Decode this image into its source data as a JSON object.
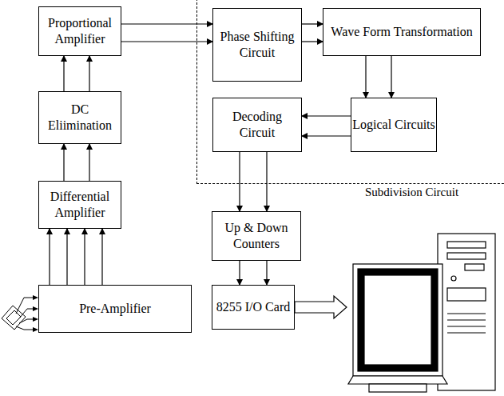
{
  "diagram": {
    "nodes": [
      {
        "text": [
          "Proportional Amplifier"
        ]
      },
      {
        "text": [
          "Subdivision Circuit"
        ]
      },
      {
        "text": [
          "Phase Shifting Circuit"
        ],
        "in": 1
      },
      {
        "text": [
          "Wave Form Transformation"
        ],
        "in": 1
      },
      {
        "text": [
          "Decoding Circuit"
        ],
        "in": 1
      },
      {
        "text": [
          "Logical Circuits"
        ],
        "in": 1
      },
      {
        "text": [
          "DC Eliimination"
        ]
      },
      {
        "text": [
          "Differential Amplifier"
        ]
      },
      {
        "text": [
          "Up & Down Counters"
        ]
      },
      {
        "text": [
          "Pre-Amplifier"
        ]
      },
      {
        "text": [
          "8255 I/O Card"
        ]
      }
    ],
    "edges": [
      {
        "from": 0,
        "to": 2,
        "arrow": "to"
      },
      {
        "from": 0,
        "to": 2,
        "arrow": "to"
      },
      {
        "from": 2,
        "to": 3,
        "arrow": "to"
      },
      {
        "from": 2,
        "to": 3,
        "arrow": "to"
      },
      {
        "from": 3,
        "to": 5,
        "arrow": "to"
      },
      {
        "from": 3,
        "to": 5,
        "arrow": "to"
      },
      {
        "from": 5,
        "to": 4,
        "arrow": "to"
      },
      {
        "from": 5,
        "to": 4,
        "arrow": "to"
      },
      {
        "from": 4,
        "to": 8,
        "arrow": "to"
      },
      {
        "from": 4,
        "to": 8,
        "arrow": "to"
      },
      {
        "from": 8,
        "to": 10,
        "arrow": "to"
      },
      {
        "from": 8,
        "to": 10,
        "arrow": "to"
      },
      {
        "from": 7,
        "to": 6,
        "arrow": "to"
      },
      {
        "from": 7,
        "to": 6,
        "arrow": "to"
      },
      {
        "from": 6,
        "to": 0,
        "arrow": "to"
      },
      {
        "from": 6,
        "to": 0,
        "arrow": "to"
      },
      {
        "from": 9,
        "to": 7,
        "arrow": "to"
      },
      {
        "from": 9,
        "to": 7,
        "arrow": "to"
      },
      {
        "from": 9,
        "to": 7,
        "arrow": "to"
      },
      {
        "from": 9,
        "to": 7,
        "arrow": "to"
      }
    ]
  }
}
